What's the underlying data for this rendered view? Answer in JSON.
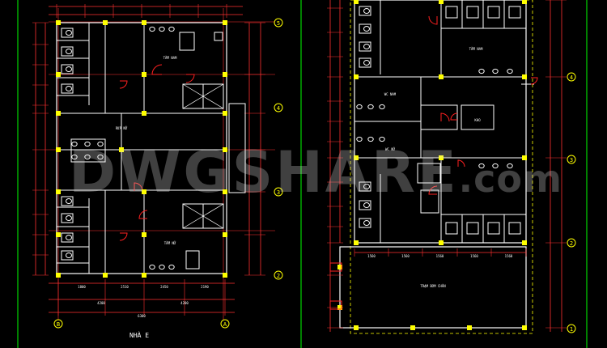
{
  "sheet_title": "NHÀ E",
  "watermark": {
    "main": "DWGSHARE",
    "suffix": ".com"
  },
  "grid_bubbles": {
    "left_plan": [
      "5",
      "4",
      "3",
      "2"
    ],
    "left_bottom": [
      "B",
      "A"
    ],
    "right_plan": [
      "4",
      "3",
      "2",
      "1"
    ]
  },
  "room_labels": {
    "left_top": "TẮM NAM",
    "left_mid": "RỬA NỮ",
    "left_bottom": "TẮM NỮ",
    "right_top": "TẮM NAM",
    "right_mid_left": "WC NAM",
    "right_mid_center": "KHO",
    "right_mid_left2": "WC NỮ",
    "right_bottom": "TRẠM BƠM CHÂN"
  },
  "dimensions": {
    "left_bottom_row": [
      "1800",
      "2510",
      "2450",
      "2190"
    ],
    "left_bottom_total": "6300",
    "left_bottom_sub": [
      "4200",
      "4200"
    ],
    "right_bottom_row": [
      "1560",
      "1560",
      "1560",
      "1560",
      "1560"
    ]
  },
  "colors": {
    "wall": "#ffffff",
    "column": "#ffff00",
    "dimension": "#ff3030",
    "door": "#ff2020",
    "grid_bubble": "#ffff00",
    "grid_line": "#00ff00",
    "fixture": "#ffffff",
    "dashed": "#ffff00"
  }
}
